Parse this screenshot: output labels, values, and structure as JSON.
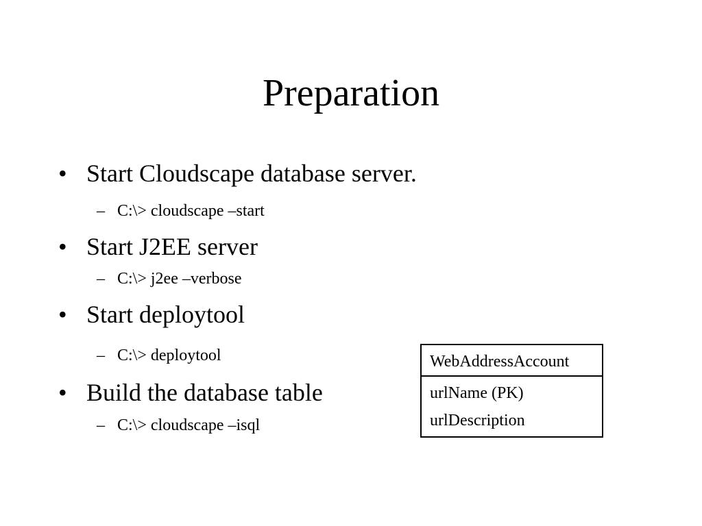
{
  "slide": {
    "title": "Preparation",
    "bullets": [
      {
        "text": "Start Cloudscape database server.",
        "sub": "C:\\> cloudscape –start"
      },
      {
        "text": "Start J2EE server",
        "sub": "C:\\> j2ee –verbose"
      },
      {
        "text": "Start deploytool",
        "sub": "C:\\> deploytool"
      },
      {
        "text": "Build the database table",
        "sub": "C:\\> cloudscape –isql"
      }
    ],
    "bullet_symbol": "•",
    "sub_symbol": "–"
  },
  "entity": {
    "name": "WebAddressAccount",
    "fields": [
      "urlName (PK)",
      "urlDescription"
    ]
  }
}
